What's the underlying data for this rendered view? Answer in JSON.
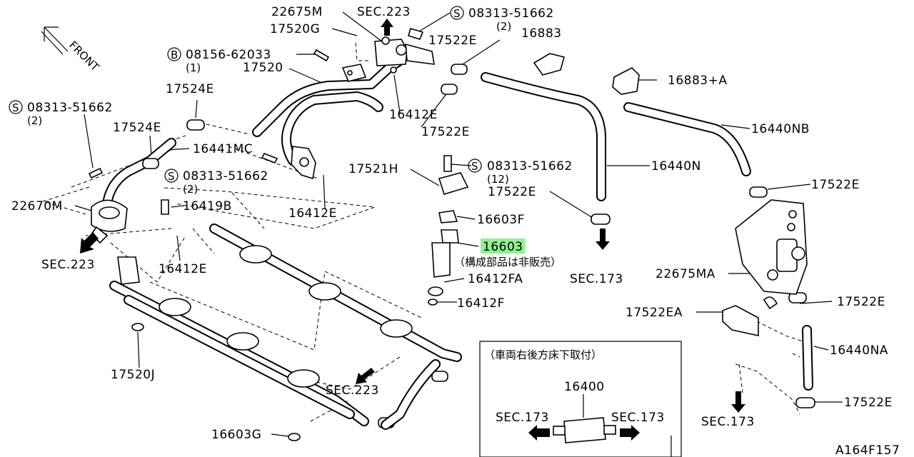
{
  "direction": "FRONT",
  "diagram_id": "A164F157",
  "inset": {
    "title": "（車両右後方床下取付）",
    "part": "16400",
    "sec_left": "SEC.173",
    "sec_right": "SEC.173"
  },
  "highlighted_part": "16603",
  "note_not_sold": "（構成部品は非販売）",
  "labels": {
    "l22675M": "22675M",
    "sec223_top": "SEC.223",
    "s08313_top": "08313-51662",
    "s08313_top_qty": "(2)",
    "l17520G": "17520G",
    "l17522E_a": "17522E",
    "l16883": "16883",
    "b08156": "08156-62033",
    "b08156_qty": "(1)",
    "l17520": "17520",
    "l16883A": "16883+A",
    "l17524E_a": "17524E",
    "s08313_left": "08313-51662",
    "s08313_left_qty": "(2)",
    "l16412E_a": "16412E",
    "l17522E_b": "17522E",
    "l17524E_b": "17524E",
    "l16441MC": "16441MC",
    "l16440NB": "16440NB",
    "l17521H": "17521H",
    "s08313_mid": "08313-51662",
    "s08313_mid_qty": "(12)",
    "l16440N": "16440N",
    "s08313_low": "08313-51662",
    "s08313_low_qty": "(2)",
    "l17522E_c": "17522E",
    "l17522E_d": "17522E",
    "l22670M": "22670M",
    "l16419B": "16419B",
    "l16412E_b": "16412E",
    "l16603F": "16603F",
    "sec223_left": "SEC.223",
    "l16412E_c": "16412E",
    "l16412FA": "16412FA",
    "sec173_mid": "SEC.173",
    "l22675MA": "22675MA",
    "l16412F": "16412F",
    "l17522E_e": "17522E",
    "l17522EA": "17522EA",
    "l16440NA": "16440NA",
    "l17520J": "17520J",
    "sec223_bottom": "SEC.223",
    "sec173_right": "SEC.173",
    "l17522E_f": "17522E",
    "l16603G": "16603G"
  }
}
